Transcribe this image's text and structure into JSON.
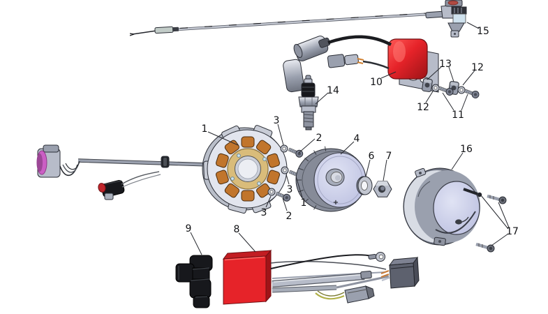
{
  "diagram": {
    "kind": "exploded-parts-diagram",
    "subject": "engine-ignition-electrical-system",
    "background": "#ffffff"
  },
  "colors": {
    "accent_red": "#e62329",
    "copper_winding": "#c1752c",
    "stator_ring_tan": "#d9bc7a",
    "flywheel_face_lavender": "#c9cde9",
    "connector_pink": "#cb5fc4",
    "metal_gray": "#b7bcc9",
    "black_part": "#17181c",
    "wire_yellow_green": "#b0b048"
  },
  "marks": {
    "flywheel_timing": "+"
  },
  "parts": [
    {
      "number": "1",
      "name": "stator-assembly"
    },
    {
      "number": "2",
      "name": "stator-bolt"
    },
    {
      "number": "3",
      "name": "stator-washer"
    },
    {
      "number": "4",
      "name": "flywheel-rotor"
    },
    {
      "number": "6",
      "name": "flywheel-washer"
    },
    {
      "number": "7",
      "name": "flywheel-nut"
    },
    {
      "number": "8",
      "name": "cdi-unit"
    },
    {
      "number": "9",
      "name": "rubber-mount"
    },
    {
      "number": "10",
      "name": "ignition-coil"
    },
    {
      "number": "11",
      "name": "coil-screw"
    },
    {
      "number": "12",
      "name": "coil-washer"
    },
    {
      "number": "13",
      "name": "coil-grommet"
    },
    {
      "number": "14",
      "name": "spark-plug"
    },
    {
      "number": "15",
      "name": "kill-switch-assembly"
    },
    {
      "number": "16",
      "name": "stator-cover"
    },
    {
      "number": "17",
      "name": "cover-bolt"
    }
  ],
  "callouts": {
    "stator": {
      "text": "1"
    },
    "bolt_mid": {
      "text": "1"
    },
    "bolt_upper": {
      "text": "2"
    },
    "bolt_lower": {
      "text": "2"
    },
    "washer_upper": {
      "text": "3"
    },
    "washer_mid": {
      "text": "3"
    },
    "washer_lower": {
      "text": "3"
    },
    "flywheel": {
      "text": "4"
    },
    "washer6": {
      "text": "6"
    },
    "nut7": {
      "text": "7"
    },
    "cdi": {
      "text": "8"
    },
    "mount": {
      "text": "9"
    },
    "coil": {
      "text": "10"
    },
    "screws11": {
      "text": "11"
    },
    "washer12_right": {
      "text": "12"
    },
    "washer12_left": {
      "text": "12"
    },
    "grommets13": {
      "text": "13"
    },
    "spark_plug": {
      "text": "14"
    },
    "switch15": {
      "text": "15"
    },
    "cover16": {
      "text": "16"
    },
    "cover_bolts17": {
      "text": "17"
    }
  }
}
